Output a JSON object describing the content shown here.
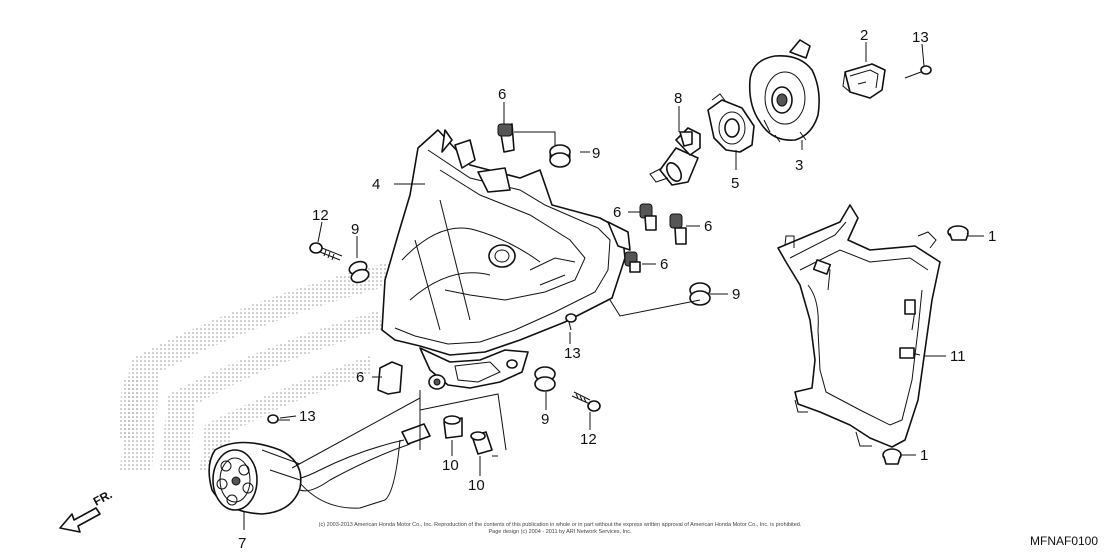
{
  "callouts": {
    "p1a": "1",
    "p1b": "1",
    "p2": "2",
    "p3": "3",
    "p4": "4",
    "p5": "5",
    "p6a": "6",
    "p6b": "6",
    "p6c": "6",
    "p6d": "6",
    "p6e": "6",
    "p7": "7",
    "p8": "8",
    "p9a": "9",
    "p9b": "9",
    "p9c": "9",
    "p9d": "9",
    "p10a": "10",
    "p10b": "10",
    "p11": "11",
    "p12a": "12",
    "p12b": "12",
    "p13a": "13",
    "p13b": "13",
    "p13c": "13"
  },
  "direction_label": "FR.",
  "diagram_code": "MFNAF0100",
  "copyright_line1": "(c) 2003-2013 American Honda Motor Co., Inc. Reproduction of the contents of this publication in whole or in part without the express written approval of American Honda Motor Co., Inc. is prohibited.",
  "copyright_line2": "Page design (c) 2004 - 2011 by ARI Network Services, Inc."
}
